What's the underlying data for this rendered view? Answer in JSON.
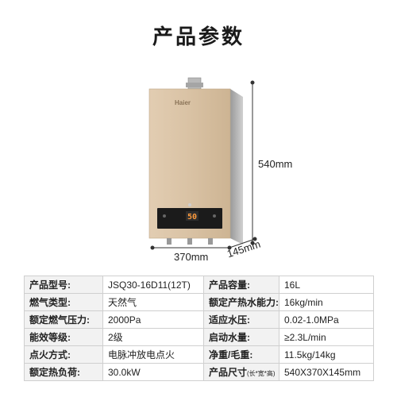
{
  "title": "产品参数",
  "product": {
    "brand": "Haier",
    "display_value": "50"
  },
  "dimensions": {
    "height": "540mm",
    "width": "370mm",
    "depth": "145mm"
  },
  "specs": [
    {
      "k1": "产品型号:",
      "v1": "JSQ30-16D11(12T)",
      "k2": "产品容量:",
      "v2": "16L"
    },
    {
      "k1": "燃气类型:",
      "v1": "天然气",
      "k2": "额定产热水能力:",
      "v2": "16kg/min"
    },
    {
      "k1": "额定燃气压力:",
      "v1": "2000Pa",
      "k2": "适应水压:",
      "v2": "0.02-1.0MPa"
    },
    {
      "k1": "能效等级:",
      "v1": "2级",
      "k2": "启动水量:",
      "v2": "≥2.3L/min"
    },
    {
      "k1": "点火方式:",
      "v1": "电脉冲放电点火",
      "k2": "净重/毛重:",
      "v2": "11.5kg/14kg"
    },
    {
      "k1": "额定热负荷:",
      "v1": "30.0kW",
      "k2": "产品尺寸",
      "k2_note": "(长*宽*高)",
      "v2": "540X370X145mm"
    }
  ]
}
